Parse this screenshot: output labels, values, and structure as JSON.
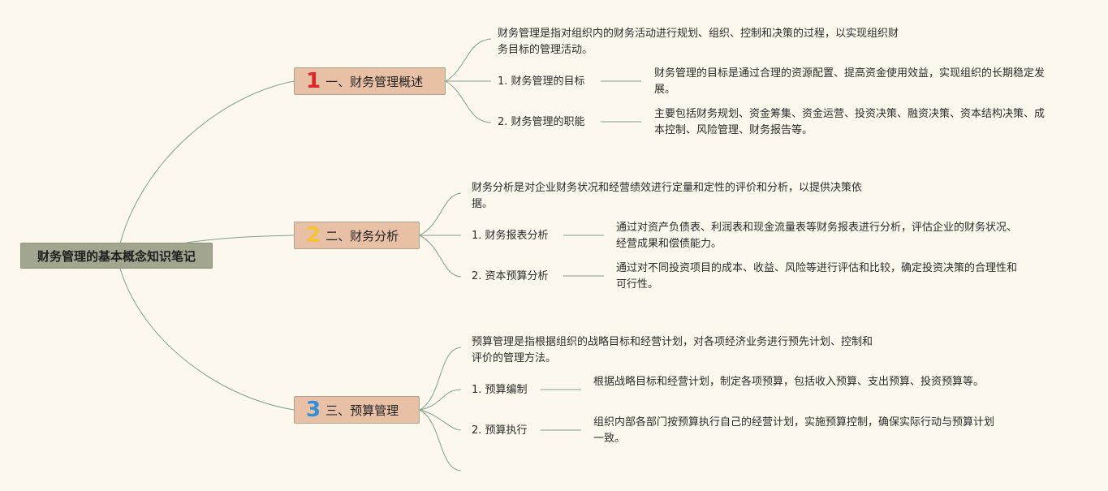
{
  "root": {
    "title": "财务管理的基本概念知识笔记"
  },
  "branches": [
    {
      "number": "1",
      "number_color": "#e0262b",
      "title": "一、财务管理概述",
      "description": "财务管理是指对组织内的财务活动进行规划、组织、控制和决策的过程，以实现组织财务目标的管理活动。",
      "items": [
        {
          "label": "1. 财务管理的目标",
          "detail": "财务管理的目标是通过合理的资源配置、提高资金使用效益，实现组织的长期稳定发展。"
        },
        {
          "label": "2. 财务管理的职能",
          "detail": "主要包括财务规划、资金筹集、资金运营、投资决策、融资决策、资本结构决策、成本控制、风险管理、财务报告等。"
        }
      ]
    },
    {
      "number": "2",
      "number_color": "#f5c531",
      "title": "二、财务分析",
      "description": "财务分析是对企业财务状况和经营绩效进行定量和定性的评价和分析，以提供决策依据。",
      "items": [
        {
          "label": "1. 财务报表分析",
          "detail": "通过对资产负债表、利润表和现金流量表等财务报表进行分析，评估企业的财务状况、经营成果和偿债能力。"
        },
        {
          "label": "2. 资本预算分析",
          "detail": "通过对不同投资项目的成本、收益、风险等进行评估和比较，确定投资决策的合理性和可行性。"
        }
      ]
    },
    {
      "number": "3",
      "number_color": "#2f8fd8",
      "title": "三、预算管理",
      "description": "预算管理是指根据组织的战略目标和经营计划，对各项经济业务进行预先计划、控制和评价的管理方法。",
      "items": [
        {
          "label": "1. 预算编制",
          "detail": "根据战略目标和经营计划，制定各项预算，包括收入预算、支出预算、投资预算等。"
        },
        {
          "label": "2. 预算执行",
          "detail": "组织内部各部门按预算执行自己的经营计划，实施预算控制，确保实际行动与预算计划一致。"
        }
      ]
    }
  ],
  "colors": {
    "line": "#7fa08c",
    "background": "#fdf8ee",
    "root_fill": "#a2a58f",
    "branch_fill": "#e8c0a6"
  }
}
